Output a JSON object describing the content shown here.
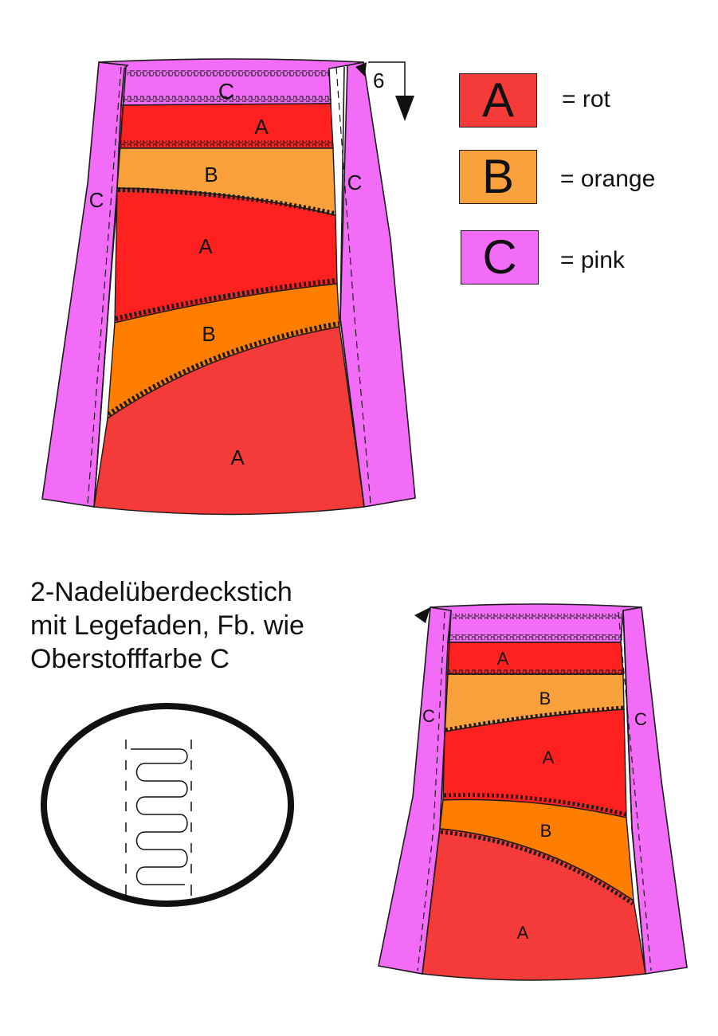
{
  "legend": [
    {
      "letter": "A",
      "text": "= rot",
      "color": "#f53a3a"
    },
    {
      "letter": "B",
      "text": "= orange",
      "color": "#f7a03c"
    },
    {
      "letter": "C",
      "text": "= pink",
      "color": "#f36cf7"
    }
  ],
  "arrow_label": "6",
  "note": {
    "lines": [
      "2-Nadelüberdeckstich",
      "mit Legefaden, Fb. wie",
      "Oberstofffarbe C"
    ]
  },
  "colors": {
    "rot": "#f53a3a",
    "rot_dark": "#ff2020",
    "orange": "#f7a03c",
    "orange_dark": "#ff7e00",
    "pink": "#f36cf7",
    "outline": "#1a1a1a"
  },
  "skirts": [
    {
      "panel_labels": [
        "C",
        "A",
        "B",
        "A",
        "B",
        "A"
      ],
      "side_labels": [
        "C",
        "C"
      ]
    },
    {
      "panel_labels": [
        "A",
        "B",
        "A",
        "B",
        "A"
      ],
      "side_labels": [
        "C",
        "C"
      ]
    }
  ]
}
